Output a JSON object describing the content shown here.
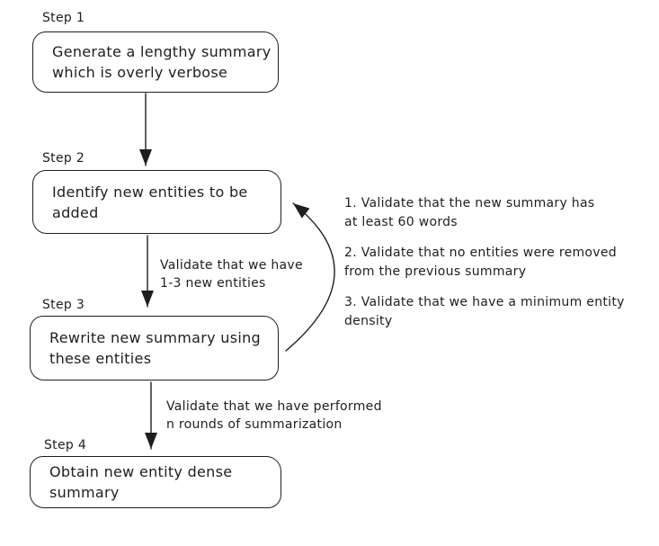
{
  "diagram": {
    "colors": {
      "stroke": "#1e1e1e",
      "background": "#ffffff"
    },
    "steps": [
      {
        "label": "Step 1",
        "text": "Generate a lengthy summary\nwhich is overly verbose"
      },
      {
        "label": "Step 2",
        "text": "Identify new entities to be\nadded"
      },
      {
        "label": "Step 3",
        "text": "Rewrite new summary using\nthese entities"
      },
      {
        "label": "Step 4",
        "text": "Obtain new entity dense\nsummary"
      }
    ],
    "edge_labels": {
      "step2_to_step3": "Validate that we have\n1-3 new entities",
      "step3_to_step4": "Validate that we have performed\nn rounds of summarization"
    },
    "loop_validations": [
      "1. Validate that the new summary has\nat least 60 words",
      "2. Validate that no entities were removed\nfrom the previous summary",
      "3. Validate that we have a minimum entity\ndensity"
    ]
  }
}
